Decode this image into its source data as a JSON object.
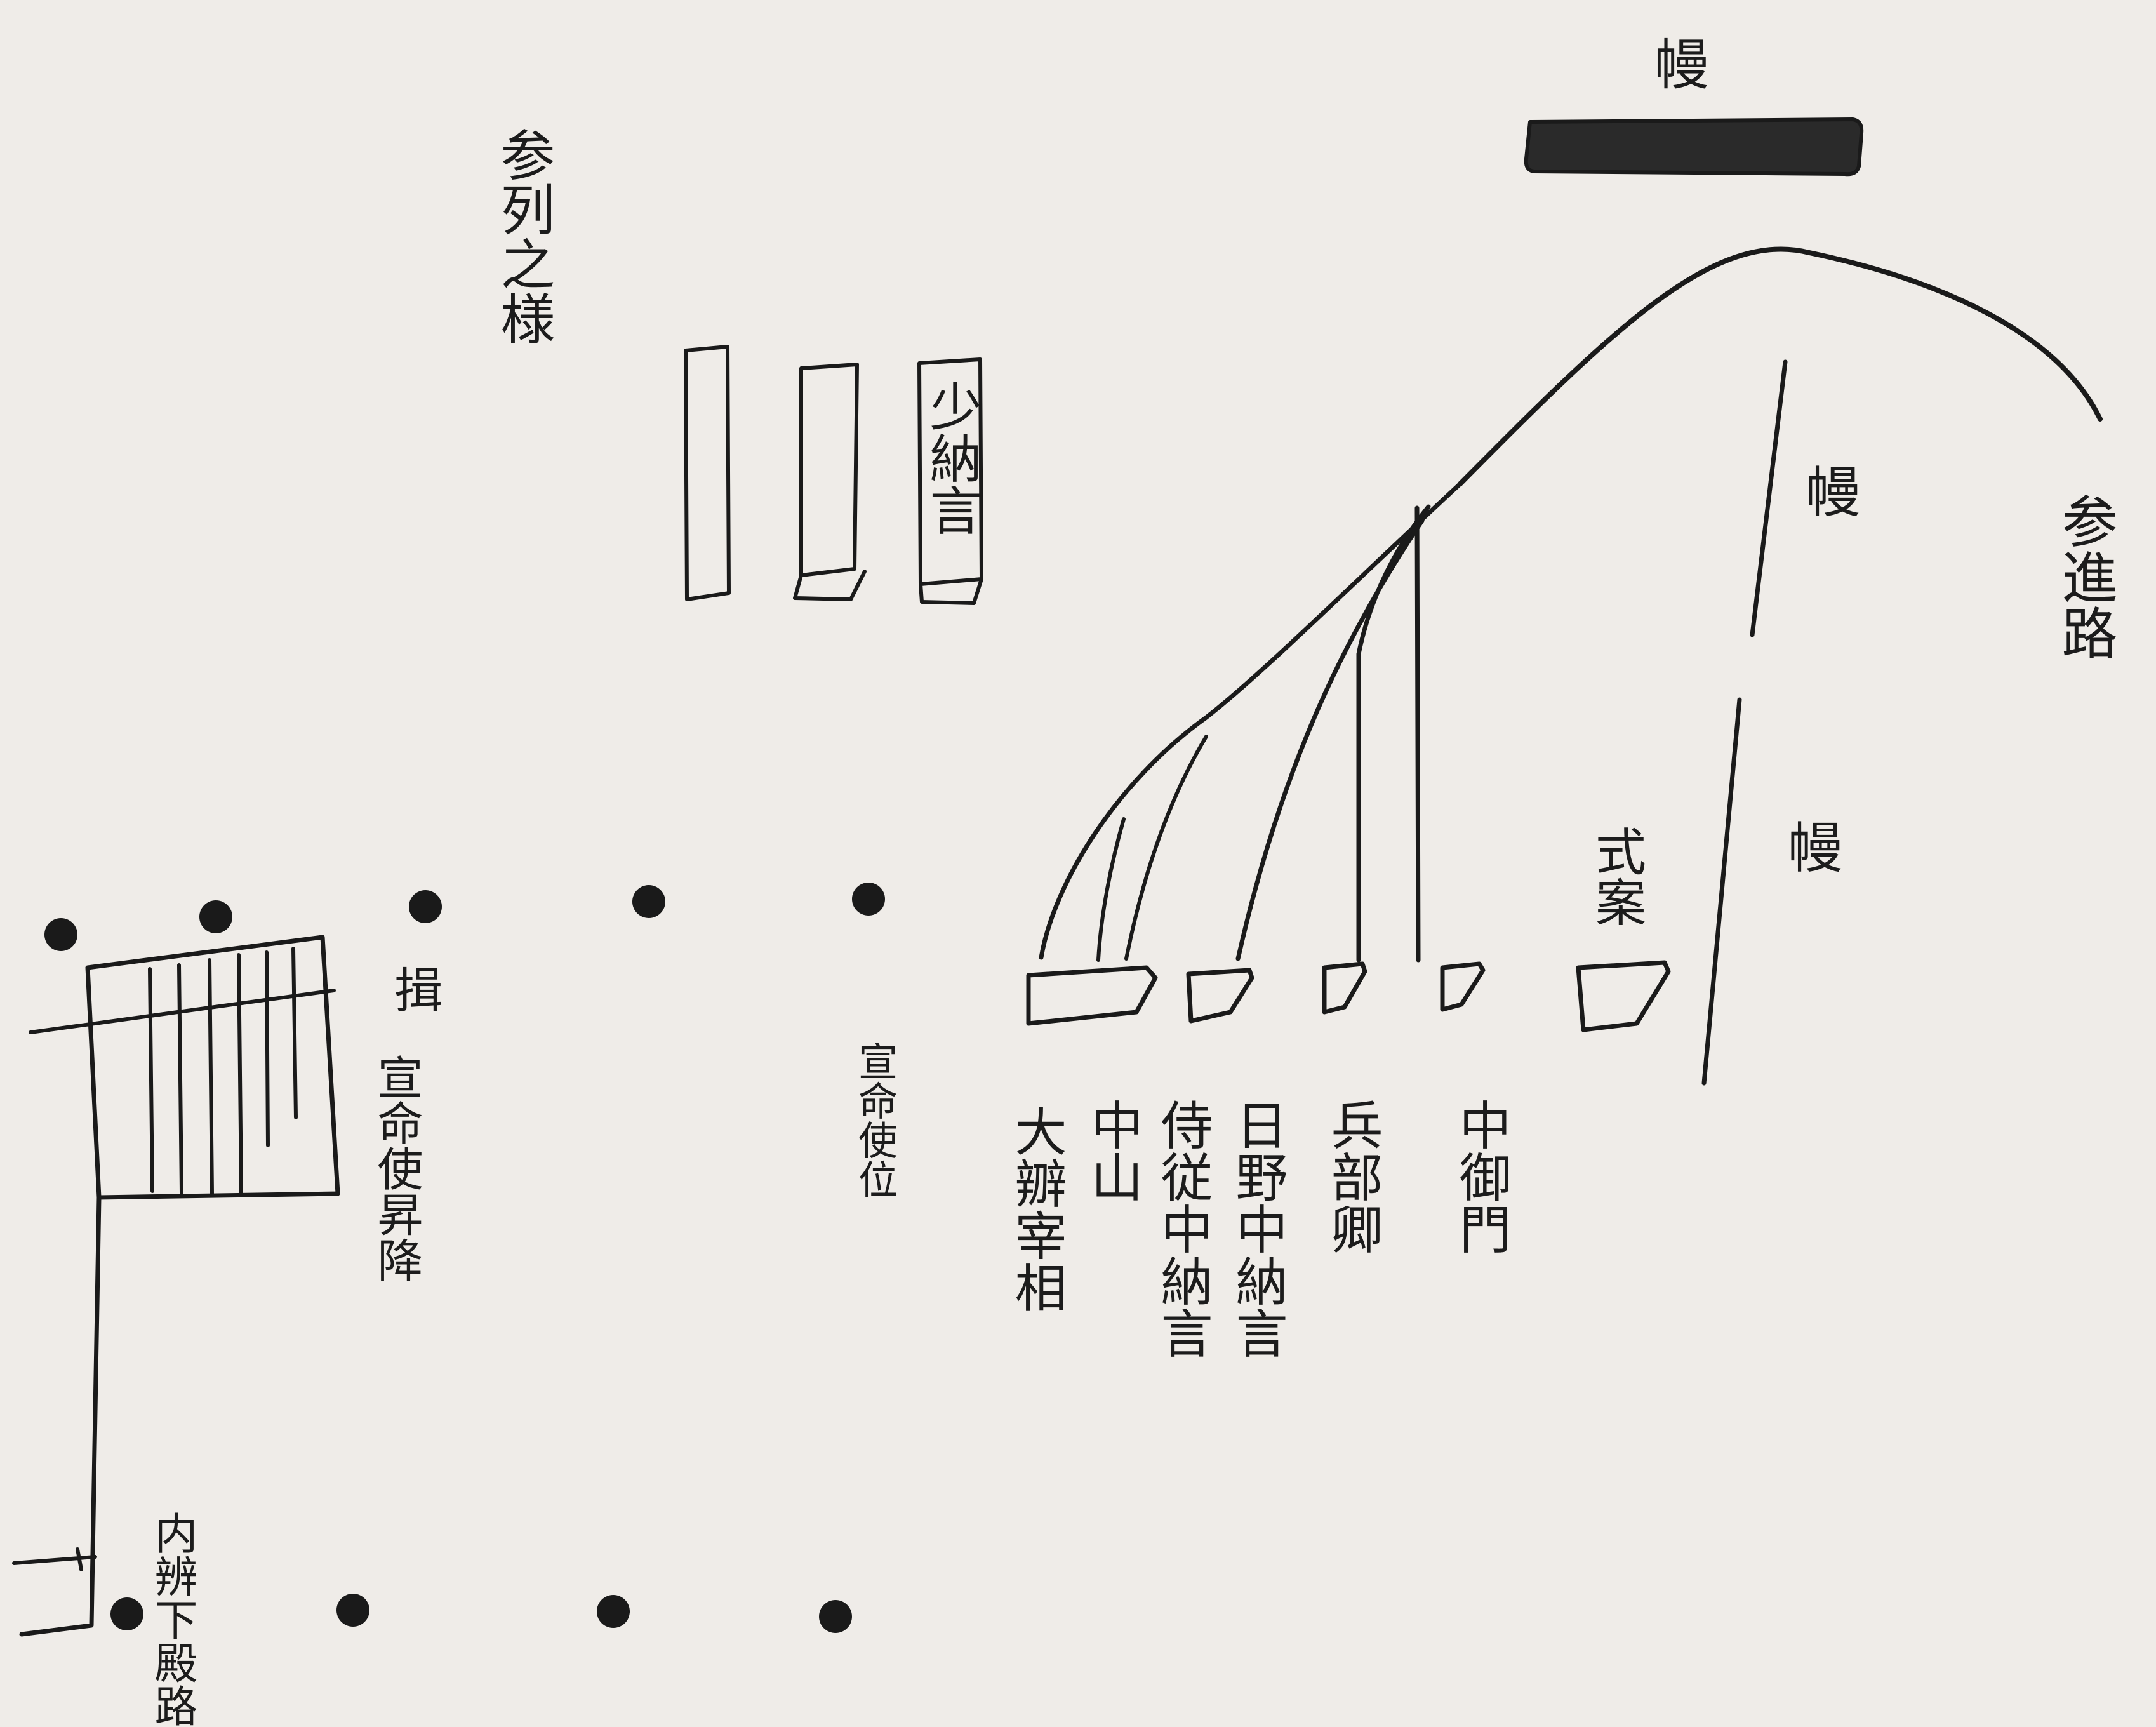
{
  "diagram": {
    "title": "参列之様",
    "curtain_top": "幔",
    "curtain_right_upper": "幔",
    "curtain_right_lower": "幔",
    "approach_path": "参進路",
    "shonagon": "少納言",
    "shikian": "式案",
    "seat_labels": {
      "nakanomikado": "中御門",
      "hyobukyo": "兵部卿",
      "hino": "日野中納言",
      "jiju": "侍従中納言",
      "nakayama": "中山",
      "daiben": "大辧宰相"
    },
    "yu": "揖",
    "senmyoshi_shoko": "宣命使昇降",
    "senmyoshi_i": "宣命使位",
    "naiben_path": "内辨下殿路"
  }
}
